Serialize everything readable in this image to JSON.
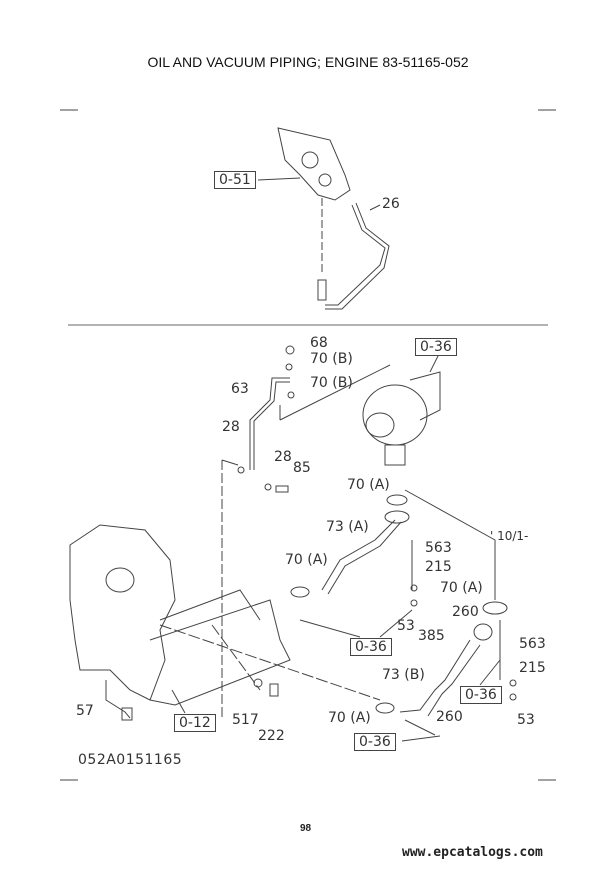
{
  "title": "OIL AND VACUUM PIPING; ENGINE  83-51165-052",
  "upper_labels": {
    "ref_0_51": "0-51",
    "p26": "26"
  },
  "lower_labels": {
    "p68": "68",
    "p70b_1": "70 (B)",
    "p70b_2": "70 (B)",
    "ref_0_36_a": "0-36",
    "p63": "63",
    "p28_a": "28",
    "p28_b": "28",
    "p85": "85",
    "p70a_1": "70 (A)",
    "p73a": "73 (A)",
    "p563_a": "563",
    "p215_a": "215",
    "p70a_2": "70 (A)",
    "serial": "' 10/1-",
    "p70a_3": "70 (A)",
    "p260_a": "260",
    "p53_a": "53",
    "p385": "385",
    "p563_b": "563",
    "ref_0_36_b": "0-36",
    "p215_b": "215",
    "p73b": "73 (B)",
    "ref_0_36_c": "0-36",
    "p57": "57",
    "ref_0_12": "0-12",
    "p517": "517",
    "p222": "222",
    "p70a_4": "70 (A)",
    "p260_b": "260",
    "p53_b": "53",
    "ref_0_36_d": "0-36"
  },
  "diagram_code": "052A0151165",
  "page_number": "98",
  "watermark": "www.epcatalogs.com"
}
